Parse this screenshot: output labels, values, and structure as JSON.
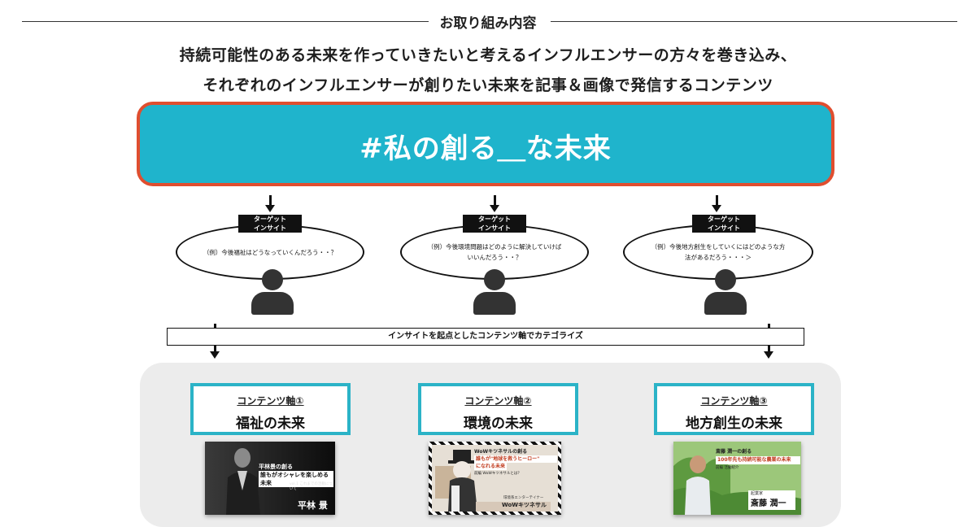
{
  "header": {
    "title": "お取り組み内容",
    "lead_line1": "持続可能性のある未来を作っていきたいと考えるインフルエンサーの方々を巻き込み、",
    "lead_line2": "それぞれのインフルエンサーが創りたい未来を記事＆画像で発信するコンテンツ"
  },
  "banner": {
    "text": "#私の創る＿な未来"
  },
  "insights": [
    {
      "label_line1": "ターゲット",
      "label_line2": "インサイト",
      "bubble": "（例）今後福祉はどうなっていくんだろう・・？"
    },
    {
      "label_line1": "ターゲット",
      "label_line2": "インサイト",
      "bubble": "（例）今後環境問題はどのように解決していけば いいんだろう・・？"
    },
    {
      "label_line1": "ターゲット",
      "label_line2": "インサイト",
      "bubble": "（例）今後地方創生をしていくにはどのような方 法があるだろう・・・＞"
    }
  ],
  "category_bar": "インサイトを起点としたコンテンツ軸でカテゴライズ",
  "axes": [
    {
      "axis_label": "コンテンツ軸①",
      "title": "福祉の未来"
    },
    {
      "axis_label": "コンテンツ軸②",
      "title": "環境の未来"
    },
    {
      "axis_label": "コンテンツ軸③",
      "title": "地方創生の未来"
    }
  ],
  "thumbnails": [
    {
      "line1": "平林景の創る",
      "line2": "誰もがオシャレを楽しめる未来",
      "caption": "vol.1 これまでの活動について",
      "name": "平林 景"
    },
    {
      "line1": "WoWキツネサルの創る",
      "line2": "誰もが\"地球を救うヒーロー\"",
      "line3": "になれる未来",
      "caption": "前編 WoWキツネサルとは？",
      "role": "環境系エンターテイナー",
      "name": "WoWキツネサル"
    },
    {
      "line1": "斎藤 潤一の創る",
      "line2": "100年先も持続可能な農業の未来",
      "caption": "前編 活動紹介",
      "role": "起業家",
      "name": "斎藤 潤一"
    }
  ],
  "colors": {
    "banner_fill": "#1fb4cc",
    "banner_border": "#e04e2f",
    "axis_border": "#2bb3c7",
    "panel": "#ececec"
  }
}
